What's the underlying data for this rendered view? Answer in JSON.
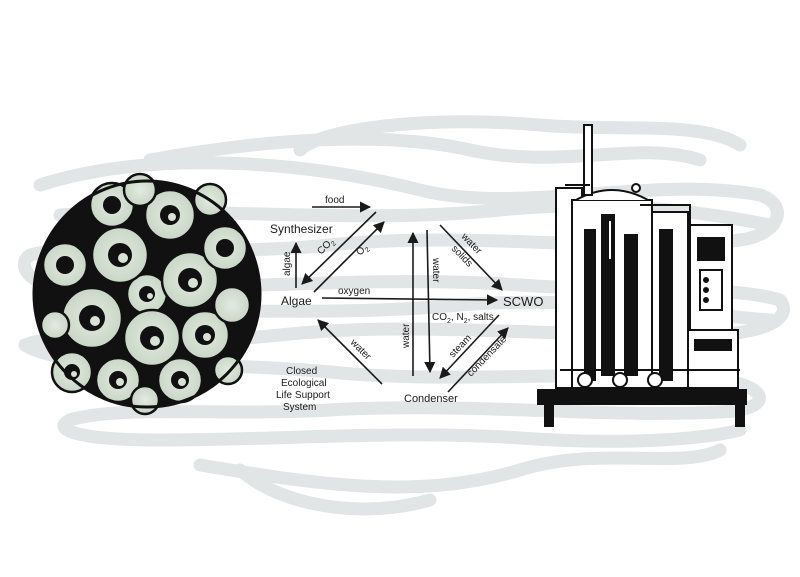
{
  "nodes": {
    "synthesizer": "Synthesizer",
    "algae": "Algae",
    "scwo": "SCWO",
    "condenser": "Condenser"
  },
  "edges": {
    "food": "food",
    "co2_top": "CO",
    "co2_top_sub": "2",
    "o2": "O",
    "o2_sub": "2",
    "algae_up": "algae",
    "oxygen": "oxygen",
    "water_solids": "water",
    "solids": "solids",
    "water_down": "water",
    "water_up": "water",
    "co2_salts_a": "CO",
    "co2_salts_b": "2",
    "co2_salts_c": ", N",
    "co2_salts_d": "2",
    "co2_salts_e": ", salts",
    "water_back": "water",
    "steam": "steam",
    "condensate": "condensate"
  },
  "caption": {
    "line1": "Closed",
    "line2": "Ecological",
    "line3": "Life Support",
    "line4": "System"
  }
}
